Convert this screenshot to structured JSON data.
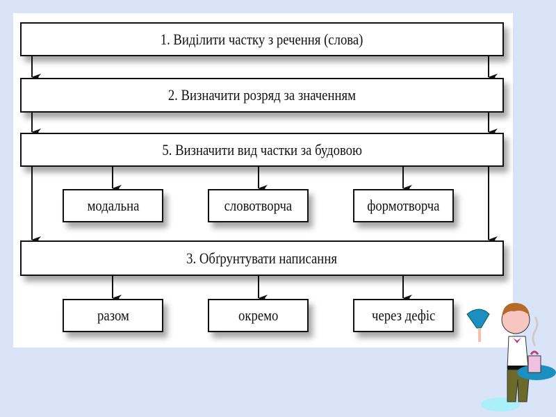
{
  "steps": {
    "step1": "1. Виділити частку з речення (слова)",
    "step2": "2. Визначити розряд за значенням",
    "step5": "5. Визначити вид частки за будовою",
    "step3": "3. Обґрунтувати написання"
  },
  "types": [
    "модальна",
    "словотворча",
    "формотворча"
  ],
  "spelling": [
    "разом",
    "окремо",
    "через дефіс"
  ],
  "colors": {
    "background": "#d9e4f9",
    "panel": "#ffffff",
    "border": "#111111"
  }
}
